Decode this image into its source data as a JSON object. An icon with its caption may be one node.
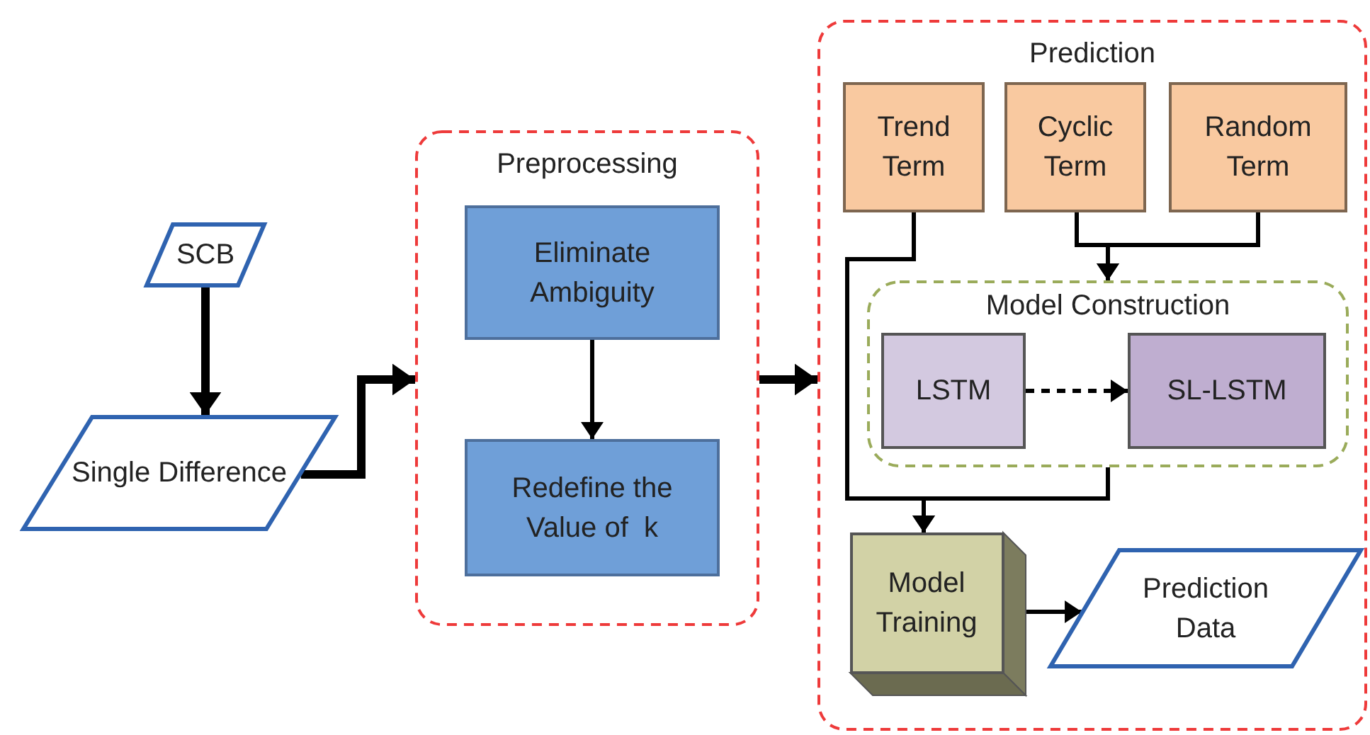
{
  "diagram": {
    "nodes": [
      {
        "text": [
          "SCB"
        ]
      },
      {
        "text": [
          "Single Difference"
        ]
      },
      {
        "text": [
          "Preprocessing"
        ]
      },
      {
        "text": [
          "Eliminate Ambiguity"
        ],
        "in": 2
      },
      {
        "text": [
          "Redefine the Value of  k"
        ],
        "in": 2
      },
      {
        "text": [
          "Prediction"
        ]
      },
      {
        "text": [
          "Trend Term"
        ],
        "in": 5
      },
      {
        "text": [
          "Cyclic Term"
        ],
        "in": 5
      },
      {
        "text": [
          "Random Term"
        ],
        "in": 5
      },
      {
        "text": [
          "Model Construction"
        ],
        "in": 5
      },
      {
        "text": [
          "LSTM"
        ],
        "in": 9
      },
      {
        "text": [
          "SL-LSTM"
        ],
        "in": 9
      },
      {
        "text": [
          "Model Training"
        ],
        "in": 5
      },
      {
        "text": [
          "Prediction Data"
        ],
        "in": 5
      }
    ],
    "edges": [
      {
        "from": 0,
        "to": 1,
        "arrow": "to",
        "style": "thick"
      },
      {
        "from": 1,
        "to": 2,
        "arrow": "to",
        "style": "thick"
      },
      {
        "from": 2,
        "to": 5,
        "arrow": "to",
        "style": "thick"
      },
      {
        "from": 3,
        "to": 4,
        "arrow": "to"
      },
      {
        "from": 6,
        "to": 12,
        "arrow": "to"
      },
      {
        "from": 7,
        "to": 9,
        "arrow": "to"
      },
      {
        "from": 8,
        "to": 9,
        "arrow": "to"
      },
      {
        "from": 10,
        "to": 11,
        "arrow": "to",
        "style": "dashed"
      },
      {
        "from": 9,
        "to": 12,
        "arrow": "to"
      },
      {
        "from": 12,
        "to": 13,
        "arrow": "to"
      }
    ]
  }
}
